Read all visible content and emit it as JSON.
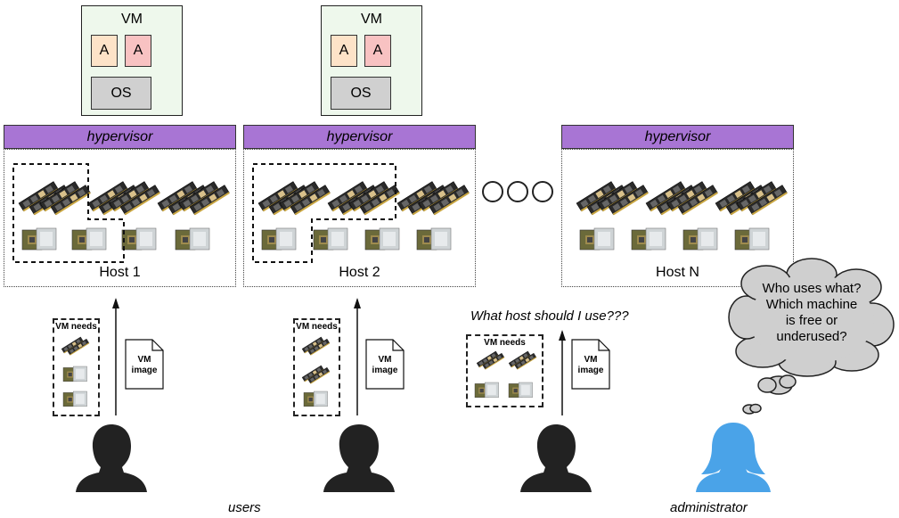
{
  "vm": {
    "title": "VM",
    "app_label": "A",
    "os_label": "OS"
  },
  "hypervisor_label": "hypervisor",
  "hosts": [
    {
      "label": "Host 1"
    },
    {
      "label": "Host 2"
    },
    {
      "label": "Host N"
    }
  ],
  "vm_needs_label": "VM needs",
  "vm_image_label_1": "VM",
  "vm_image_label_2": "image",
  "question": "What host should I use???",
  "admin_thought": [
    "Who uses what?",
    "Which machine",
    "is free or",
    "underused?"
  ],
  "users_label": "users",
  "admin_label": "administrator",
  "colors": {
    "vm_bg": "#eef8ec",
    "app1": "#fde3c8",
    "app2": "#f8c2c2",
    "os": "#d0d0d0",
    "hypervisor": "#a875d4",
    "user": "#222222",
    "admin": "#4aa3e8",
    "cloud": "#cfcfcf"
  }
}
